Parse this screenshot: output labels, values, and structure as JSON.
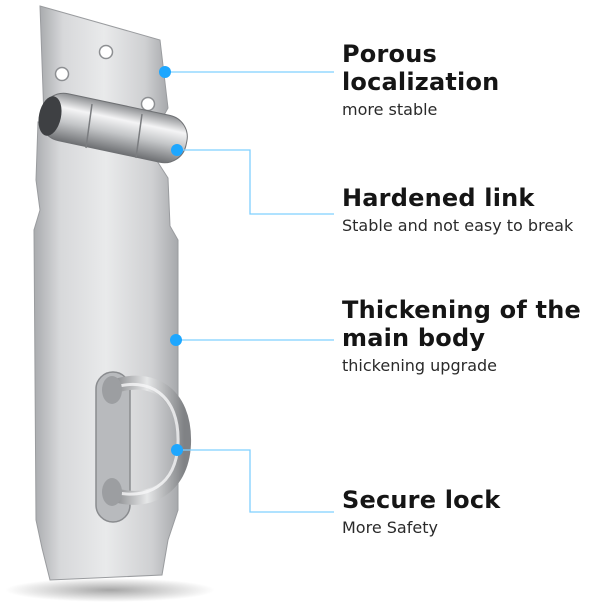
{
  "colors": {
    "accent": "#1ea7ff",
    "title": "#151515",
    "subtitle": "#2a2a2a",
    "steel": "#c9cbcd"
  },
  "features": [
    {
      "title": "Porous localization",
      "subtitle": "more stable"
    },
    {
      "title": "Hardened link",
      "subtitle": "Stable and not easy to break"
    },
    {
      "title": "Thickening of the main body",
      "subtitle": "thickening upgrade"
    },
    {
      "title": "Secure lock",
      "subtitle": "More Safety"
    }
  ]
}
